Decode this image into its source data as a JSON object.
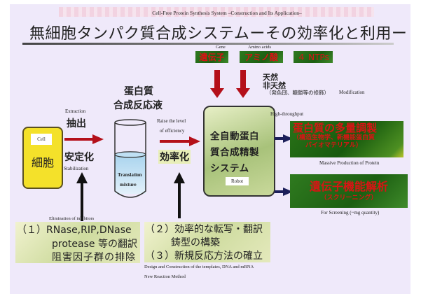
{
  "header": {
    "subtitle": "Cell-Free Protein Synthesis System –Construction and Its Application–",
    "title": "無細胞タンパク質合成システムーその効率化と利用ー"
  },
  "inputs": {
    "gene_label": "Gene",
    "amino_label": "Amino acids",
    "gene_box": "遺伝子",
    "amino_box": "アミノ酸",
    "ntp_box": "４ NTPs",
    "natural": "天然",
    "unnatural": "非天然",
    "modification_jp": "（発色団、糖鎖等の修飾）",
    "modification_en": "Modification"
  },
  "cell": {
    "label_en": "Cell",
    "label_jp": "細胞"
  },
  "extraction": {
    "en": "Extraction",
    "jp": "抽出"
  },
  "stabilization": {
    "jp": "安定化",
    "en": "Stabilization"
  },
  "mixture": {
    "title_line1": "蛋白質",
    "title_line2": "合成反応液",
    "label_line1": "Translation",
    "label_line2": "mixture",
    "fill_fraction": 0.55
  },
  "efficiency": {
    "en_line1": "Raise the level",
    "en_line2": "of efficiency",
    "jp": "効率化"
  },
  "robot": {
    "line1": "全自動蛋白",
    "line2": "質合成精製",
    "line3": "システム",
    "label": "Robot"
  },
  "outputs": {
    "high_throughput": "High-throughput",
    "production": {
      "line1": "蛋白質の多量調製",
      "line2": "（構造生物学、新機能蛋白質",
      "line3": "バイオマテリアル）",
      "caption": "Massive Production of Protein"
    },
    "screening": {
      "line1": "遺伝子機能解析",
      "line2": "（スクリーニング）",
      "caption": "For Screening (~mg quantity)"
    }
  },
  "bottom_left": {
    "caption": "Elimination of inhibitors",
    "line1": "（１）RNase,RIP,DNase",
    "line2": "protease 等の翻訳",
    "line3": "阻害因子群の排除"
  },
  "bottom_mid": {
    "line1": "（２）効率的な転写・翻訳",
    "line2": "鋳型の構築",
    "line3": "（３）新規反応方法の確立",
    "caption1": "Design and Construction of the templates, DNA and mRNA",
    "caption2": "New Reaction Method"
  },
  "colors": {
    "arrow_red": "#b4101a",
    "arrow_navy": "#1c1f5a",
    "cell_yellow": "#f4e12a",
    "box_green": "#1c5f12",
    "text_red": "#d81414"
  }
}
